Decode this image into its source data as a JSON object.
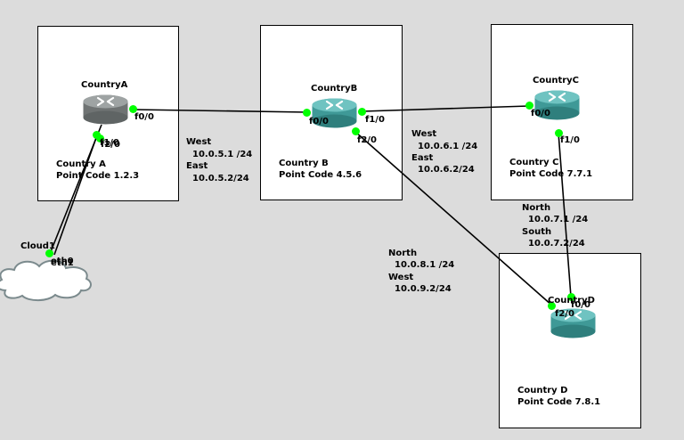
{
  "colors": {
    "background": "#dcdcdc",
    "box_fill": "#ffffff",
    "router_teal": "#3f9997",
    "router_gray": "#6f7373",
    "link_line": "#000000",
    "port_dot": "#00ff00",
    "cloud_fill": "#ffffff"
  },
  "devices": {
    "country_a": {
      "name": "CountryA",
      "info_line1": "Country A",
      "info_line2": "Point Code 1.2.3",
      "port_f0": "f0/0",
      "port_f1": "f1/0",
      "port_f2": "f2/0",
      "icon": "router-icon"
    },
    "country_b": {
      "name": "CountryB",
      "info_line1": "Country B",
      "info_line2": "Point Code 4.5.6",
      "port_f0": "f0/0",
      "port_f1": "f1/0",
      "port_f2": "f2/0",
      "icon": "router-icon"
    },
    "country_c": {
      "name": "CountryC",
      "info_line1": "Country C",
      "info_line2": "Point Code 7.7.1",
      "port_f0": "f0/0",
      "port_f1": "f1/0",
      "icon": "router-icon"
    },
    "country_d": {
      "name": "CountryD",
      "info_line1": "Country D",
      "info_line2": "Point Code 7.8.1",
      "port_f0": "f0/0",
      "port_f2": "f2/0",
      "icon": "router-icon"
    },
    "cloud": {
      "name": "Cloud1",
      "port_eth0": "eth0",
      "port_eth1": "eth1",
      "icon": "cloud-icon"
    }
  },
  "links": {
    "a_b": {
      "line1": "West",
      "line2": "10.0.5.1 /24",
      "line3": "East",
      "line4": "10.0.5.2/24"
    },
    "b_c": {
      "line1": "West",
      "line2": "10.0.6.1 /24",
      "line3": "East",
      "line4": "10.0.6.2/24"
    },
    "c_d": {
      "line1": "North",
      "line2": "10.0.7.1 /24",
      "line3": "South",
      "line4": "10.0.7.2/24"
    },
    "b_d": {
      "line1": "North",
      "line2": "10.0.8.1 /24",
      "line3": "West",
      "line4": "10.0.9.2/24"
    }
  }
}
